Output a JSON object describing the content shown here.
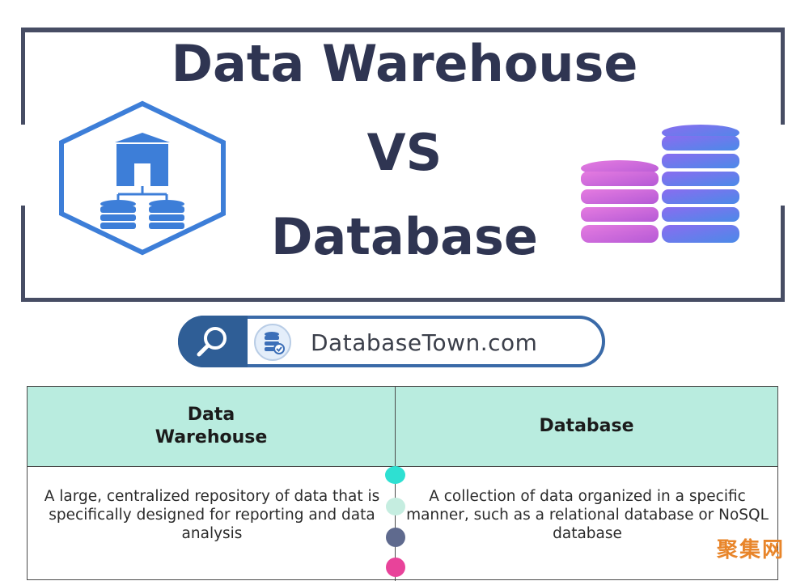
{
  "title": {
    "line1": "Data Warehouse",
    "line2": "VS",
    "line3": "Database"
  },
  "icons": {
    "warehouse": "warehouse-hexagon-icon",
    "database": "database-stacks-icon",
    "search": "search-icon",
    "logo": "database-town-logo-icon"
  },
  "banner": {
    "site": "DatabaseTown.com"
  },
  "table": {
    "headers": [
      "Data Warehouse",
      "Database"
    ],
    "rows": [
      [
        "A large, centralized repository of data that is specifically designed for reporting and data analysis",
        "A collection of data organized in a specific manner, such as a relational database or NoSQL database"
      ]
    ]
  },
  "watermark": "聚集网",
  "colors": {
    "title": "#2f3552",
    "frame": "#474d64",
    "hexagon": "#3d7ed8",
    "header_bg": "#b9ecdf",
    "pill_border": "#3a6aa8"
  }
}
